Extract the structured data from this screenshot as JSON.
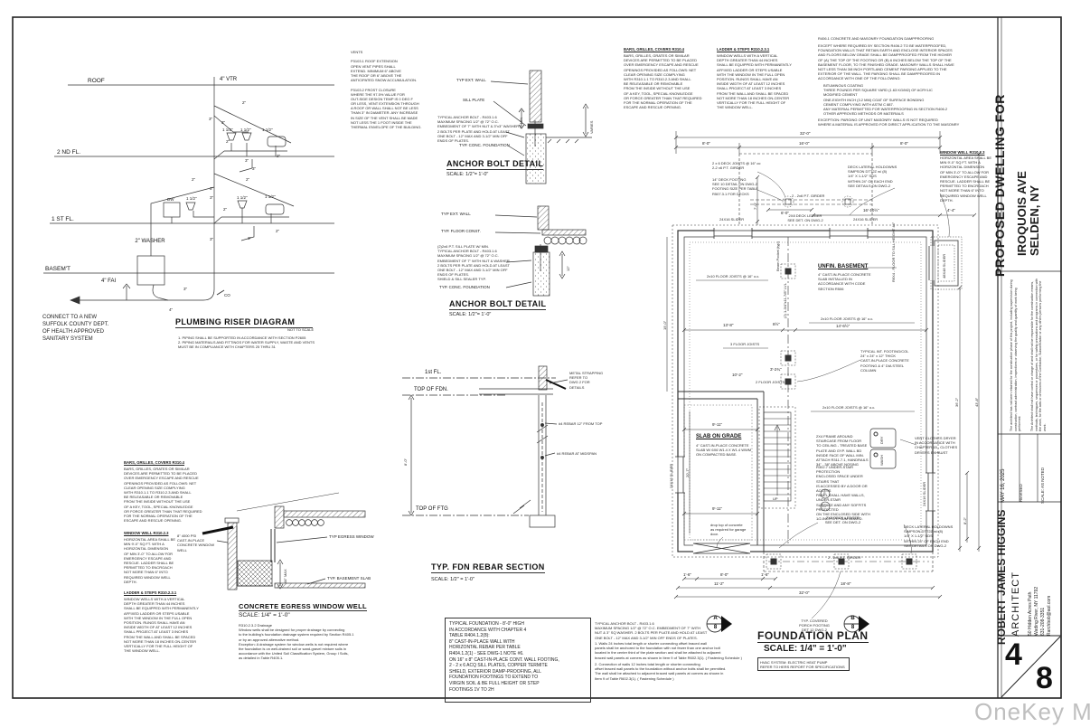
{
  "watermark": "OneKey MLS",
  "titleblock": {
    "project_line1": "PROPOSED DWELLING FOR",
    "project_line2": "IROQUOIS AVE",
    "project_line3": "SELDEN,  NY",
    "disclaimer1": "The architect has not been retained for the construction phase of this project, including supervision during construction, contract administration, inspections or observing the quality and quantity of work being performed.",
    "disclaimer2": "The Architect shall not have control or charge of and shall not be responsible for the construction means, methods, techniques, sequences or procedures, or for safety precautions and programs in connection with the work, for the acts or omissions of the Contractor, Subcontractor or any others persons performing the work.",
    "date": "MAY 16, 2025",
    "revised_label": "REVISED",
    "scale_label": "SCALE:  AS NOTED",
    "architect_name": "ROBERT JAMES HIGGINS",
    "architect_title": "ARCHITECT",
    "architect_addr1": "50   Hidden   Acres   Path",
    "architect_addr2": "Wading River, NY  11792",
    "architect_phone": "631-208-3351",
    "architect_email": "Rarchbob@aol.com",
    "sheet_number": "4",
    "sheet_total": "8"
  },
  "riser": {
    "title": "PLUMBING RISER DIAGRAM",
    "not_to_scale": "NOT TO SCALE",
    "levels": [
      "ROOF",
      "2 ND FL.",
      "1 ST FL.",
      "BASEM'T"
    ],
    "vtr": "4\" VTR",
    "fai": "4\" FAI",
    "washer": "2\"\nWASHER",
    "dw": "DW",
    "co": "CO",
    "connect": "CONNECT TO A NEW\nSUFFOLK COUNTY DEPT.\nOF HEALTH APPROVED\nSANITARY SYSTEM",
    "notes": "1.  PIPING SHALL BE SUPPORTED IN ACCORDANCE WITH SECTION P2605\n2.  PIPING MATERIALS AND FITTINGS FOR WATER SUPPLY, WASTE AND VENTS\n      MUST BE IN COMPLIANCE WITH CHAPTERS 25 THRU 31",
    "pipes": [
      "2\"",
      "3\"",
      "3\"",
      "1 1/2\"",
      "1 1/2\"",
      "1 1/2\"",
      "2\"",
      "2\"",
      "3\"",
      "3\"",
      "2\"",
      "2\"",
      "3\"",
      "1 1/2\"",
      "3\"",
      "1 1/2\"",
      "1 1/2\"",
      "2\"",
      "2\"",
      "3\"",
      "3\"",
      "3\"",
      "4\""
    ]
  },
  "vents_note": "VENTS\n\nP3103.1 ROOF EXTENSION\nOPEN VENT PIPES SHALL\nEXTEND. MINIMUM 6\" ABOVE\nTHE ROOF OR 6\" ABOVE THE\nANTICIPATED SNOW ACCUMULATION.\n\nP3103.2 FROST CLOSURE\nWHERE THE 97.5% VALUE FOR\nOUT-SIDE DESIGN TEMP IS 0 DEG F\nOR LESS, VENT EXTENSION THROUGH\nA ROOF OR WALL SHALL NOT BE LESS\nTHAN 3\" IN DIAMETER.  ANY INCREASE\nIN SIZE OF THE VENT SHALL BE MADE\nNOT LESS THE 1 FOOT INSIDE THE\nTHERMAL ENVELOPE OF THE BUILDING.",
  "anchor1": {
    "title": "ANCHOR BOLT DETAIL",
    "scale": "SCALE: 1/2\"= 1'-0\"",
    "ext_wall": "TYP EXT. WALL",
    "sill": "SILL PLATE",
    "varies": "VARIES",
    "min7": "7\" MIN",
    "note": "TYPICAL ANCHOR BOLT  - R403.1.6\nMAXIMUM SPACING  1/2\" @ 72\" O.C.\nEMBEDMENT OF 7\" WITH NUT & 3\"x3\" WASHER\n2 BOLTS PER PLATE AND HOLD AT LEAST\nONE BOLT - 12\" MAX AND 3-1/2\" MIN OFF\nENDS OF PLATES.",
    "foundation": "TYP. CONC. FOUNDATION"
  },
  "anchor2": {
    "title": "ANCHOR BOLT DETAIL",
    "scale": "SCALE: 1/2\"= 1'-0\"",
    "ext_wall": "TYP EXT. WALL",
    "floor": "TYP. FLOOR CONST.",
    "note": "(2)2x6 P.T. SILL PLATE  W/ MIN.\nTYPICAL ANCHOR BOLT  - R403.1.6\nMAXIMUM SPACING  1/2\" @ 72\" O.C.\nEMBEDMENT OF 7\" WITH NUT & WASHER\n2 BOLTS PER PLATE AND HOLD AT LEAST\nONE BOLT - 12\" MAX AND 3-1/2\" MIN OFF\nENDS OF PLATES.\nSHIELD & SILL  SEALER TYP.",
    "foundation": "TYP. CONC. FOUNDATION",
    "dim12": "12\""
  },
  "rebar": {
    "title": "TYP.  FDN REBAR SECTION",
    "scale": "SCALE: 1/2\" = 1'-0\"",
    "first_fl": "1st FL.",
    "top_fdn": "TOP OF FDN.",
    "top_ftg": "TOP OF FTG",
    "height": "8'-0\"",
    "strap": "METAL STRAPPING\nREFER TO\nDWG 2 FOR\nDETAILS",
    "rebar_top": "#4 REBAR 12\" FROM TOP",
    "rebar_mid": "#4 REBAR AT MIDSPAN"
  },
  "egress": {
    "title": "CONCRETE EGRESS WINDOW WELL",
    "scale": "SCALE:  1/4\" = 1'-0\"",
    "well_label": "8\" 4000 PSI\nCAST-IN-PLACE\nCONCRETE WINDOW\nWELL",
    "window_label": "TYP EGRESS WINDOW",
    "slab_label": "TYP. BASEMENT SLAB",
    "dim_label": "44\" MAX",
    "drainage": "R310.2.3.2 Drainage\nWindow wells shall be designed for proper drainage by connecting\nto the building's foundation drainage system required by Section R405.1\nor by an approved alternative method.\nException: A drainage system for window wells is not required where\nthe foundation is on well-drained soil or sand-gravel mixture soils in\naccordance with the United Soil Classification System, Group I Soils,\nas detailed in Table R405.1."
  },
  "code_notes": {
    "bars_title": "BARS, GRILLES, COVERS R310.4",
    "bars_body": "BARS, GRILLES, GRATES OR SIMILAR\nDEVICES ARE PERMITTED TO BE PLACED\nOVER EMERGENCY ESCAPE AND RESCUE\nOPENINGS PROVIDED AS FOLLOWS: NET\nCLEAR OPENING SIZE COMPLYING\nWITH R310.1.1 TO R310.2.3 AND SHALL\nBE RELEASABLE OR REMOVABLE\nFROM THE INSIDE WITHOUT THE USE\nOF A KEY, TOOL, SPECIAL KNOWLEDGE\nOR FORCE GREATER THAN THAT REQUIRED\nFOR THE NORMAL OPERATION OF THE\nESCAPE AND RESCUE OPENING.",
    "ladder_title": "LADDER & STEPS  R310.2.3.1",
    "ladder_body": "WINDOW  WELLS WITH A VERTICAL\nDEPTH GREATER THAN 44 INCHES\nSHALL BE EQUIPPED WITH PERMANENTLY\nAFFIXED LADDER OR STEPS USABLE\nWITH THE WINDOW IN THE FULL OPEN\nPOSITION.  RUNGS SHALL HAVE AN\nINSIDE WIDTH OF AT LEAST 12 INCHES\nSHALL PROJECT AT LEAST 3 INCHES\nFROM THE WALL AND SHALL BE SPACED\nNOT MORE THAN 18  INCHES ON-CENTER\nVERTICALLY FOR THE FULL HEIGHT OF\nTHE WINDOW WELL.",
    "window_well_title": "WINDOW WELL  R310.2.3",
    "window_well_body": "HORIZONTAL AREA SHALL BE\nMIN 9'-0\" SQ FT.  WITH A\nHORIZONTAL DIMENSION\nOF MIN 3'-0\" TO ALLOW FOR\nEMERGENCY ESCAPE AND\nRESCUE.   LADDER SHALL BE\nPERMITTED TO ENCROACH\nNOT MORE THAN 6\" INTO\nREQUIRED WINDOW WELL\nDEPTH.",
    "damp_title": "R406.1 CONCRETE AND MASONRY FOUNDATION DAMPPROOFING",
    "damp_body": "EXCEPT WHERE REQUIRED BY SECTION R406.2 TO BE WATERPROOFED,\nFOUNDATION WALLS THAT RETAIN EARTH AND ENCLOSE INTERIOR SPACES\nAND FLOORS BELOW GRADE SHALL BE DAMPPROOFED FROM THE HIGHER\nOF (A) THE TOP OF THE FOOTING OR (B) 6 INCHES BELOW THE TOP OF THE\nBASEMENT FLOOR, TO THE FINISHED GRADE. MASONRY WALLS SHALL HAVE\nNOT LESS THAN 3/8 INCH PORTLAND CEMENT PARGING APPLIED TO THE\nEXTERIOR OF THE WALL. THE PARGING SHALL BE DAMPPROOFED IN\nACCORDANCE WITH ONE OF THE FOLLOWING:",
    "damp_items": "BITUMINOUS COATING\nTHREE POUNDS PER SQUARE YARD (1.63 KG/M2) OF ACRYLIC\nMODIFIED CEMENT\nONE-EIGHTH INCH (3.2 MM) COAT OF SURFACE BONDING\nCEMENT  COMPLYING WITH ASTM C 887.\nANY MATERIAL PERMITTED FOR WATERPROOFING IN SECTION R406.2\nOTHER APPROVED METHODS OR MATERIALS",
    "damp_exc": "EXCEPTION: PARGING OF UNIT MASONRY WALLS IS NOT REQUIRED\nWHERE A MATERIAL IS APPROVED FOR DIRECT APPLICATION TO THE  MASONRY"
  },
  "foundation_note": "TYPICAL FOUNDATION  - 8'-0\" HIGH\nIN ACCORDANCE WITH CHAPTER 4\nTABLE R404.1.2(8):\n8\" CAST-IN-PLACE WALL  WITH\nHORIZONTAL REBAR PER  TABLE\nR404.1.2(1) - SEE DWG-1 NOTE #6.\nON 16\" x 8\" CAST-IN-PLACE CONT. WALL FOOTING,\n2 - 2 x 6 ACQ SILL PLATES, COPPER TERMITE\nSHIELD, EXTERIOR DAMP-PROOFING,  ALL\nFOUNDATION  FOOTINGS TO EXTEND TO\nVIRGIN SOIL  &  BE FULL HEIGHT OR STEP\nFOOTINGS 1V TO 2H",
  "anchor_note": {
    "head": "TYPICAL ANCHOR BOLT   - R403.1.6\nMAXIMUM SPACING  1/2\" @ 72\" O.C. EMBEDMENT OF 7\" WITH\nNUT & 3\" SQ WASHER.  2 BOLTS PER PLATE AND HOLD AT LEAST\nONE BOLT - 12\" MAX AND 3-1/2\" MIN OFF ENDS OF PLATES.",
    "item1": "1.  Walls 24 inches total length or shorter connecting offset braced wall\npanels shall be anchored to the foundation with not fewer than one anchor bolt\nlocated in the center third of the plate section and shall be attached to adjacent\nbraced wall panels at corners as shown in Item 9 of Table R602.3(1).  ( Fastening Schedule )",
    "item2": "2.  Connection of walls 12 inches total length or shorter connecting\noffset braced wall panels to the foundation without anchor bolts shall be permitted.\nThe wall shall be attached to adjacent braced wall panels at corners as shown in\nItem 9 of Table R602.3(1).  ( Fastening Schedule )"
  },
  "plan": {
    "title": "FOUNDATION PLAN",
    "scale": "SCALE: 1/4\" = 1'-0\"",
    "hvac": "HVAC SYSTEM: ELECTRIC HEAT PUMP\nREFER TO HERS REPORT FOR  SPECIFICATIONS",
    "dims": {
      "overall_top": "32'-0\"",
      "top_left": "8'-0\"",
      "top_mid": "16'-0\"",
      "top_right": "8'-0\"",
      "deck_width": "6'-0\"",
      "deck_depth": "7'-0\"",
      "right_upper": "16'-10½\"",
      "right_well": "4'-4\"",
      "mid_left": "13'-8\"",
      "mid_beam": "8½\"",
      "mid_right": "14'-6½\"",
      "garage_top": "9'-11\"",
      "garage_bot": "9'-11\"",
      "garage_h": "20'-7\"",
      "left_h": "19'-0\"",
      "right_h1": "36'-2\"",
      "right_h2": "43'-8\"",
      "slider_h": "8'-2\"",
      "stair1": "10'-2\"",
      "stair2": "3'-2¾\"",
      "bot_1": "1'-6\"",
      "bot_2": "8'-0\"",
      "bot_3": "1'-6\"",
      "bot_4": "11'-2\"",
      "bot_5": "18'-8\"",
      "bot_overall": "32'-0\""
    },
    "labels": {
      "slider": "24X16 SLIDER",
      "slider48": "48X48 SLIDER",
      "sill_note": "R6X4 - FLOOR TO\nSILL HEIGHT 44\"",
      "ledger": "2X8  DECK LEDGER\nSEE DET.  ON DWG-2",
      "deck_joists": "2 x 6 DECK JOISTS @ 16\" oc\n2-2 x6 P.T. GIRDER",
      "deck_footing": "14\" DECK FOOTING\nSEE 10 DETAIL ON DWG-2\nFOOTING SIZE PER TABLE\nR507.3.1 FOR DECKS",
      "holdowns": "DECK LATERAL HOLDOWNS\nSIMPSON DTT2Z w/ (8)\n1/4\" X 1-1/2\" SDS\nWITHIN 24\" OF EACH END\nSEE DETAILS ON DWG-2",
      "girder": "2 - 2x6 P.T. GIRDER",
      "unfin": "UNFIN. BASEMENT",
      "unfin_sub": "4\"  CAST-IN-PLACE CONCRETE\nSLAB INSTALLED IN\nACCORDANCE WITH CODE\nSECTION R506",
      "joists": "2x10 FLOOR JOISTS @ 16\" o.c.",
      "three_joists": "3  FLOOR JOISTS",
      "two_joists": "2 FLOOR JOISTS",
      "beam": "(2) 1-3/4\"x11-7/8\" LVL",
      "beam_pocket": "Beam Pocket (typ)",
      "int_footing": "TYPICAL INT. FOOTING/COL\n24\" x 24\" x 12\" THICK\nCAST-IN-PLACE CONCRETE\nFOOTING & 4\" DIA STEEL\nCOLUMN",
      "slab_grade": "SLAB ON GRADE",
      "slab_grade_sub": "4\" CAST-IN-PLACE CONCRETE\nSLAB W/ 6X6 W1.4 X W1.4 WWM\nON COMPACTED BASE.",
      "drop": "drop top of concrete\nas required for garage\ndoor.",
      "stair_note": "2X4 FRAME AROUND\nSTAIRCASE FROM FLOOR\nTO CEILING - TREATED BASE\nPLATE AND GYP. WALL BD\nINSIDE FACE OF WALL MIN.\nATTACH R311.7.1, HANDRAILS\n34\" - 38\" ABOVE NOSING",
      "stair_note2": "R302.7 UNDER-STAIR PROTECTION\nENCLOSED SPACE UNDER STAIRS THAT\nIS ACCESSED BY A DOOR OR ACCESS\nPANEL SHALL HAVE WALLS, UNDER-STAIR\nSURFACE AND ANY SOFFITS PROTECTED\nON THE ENCLOSED SIDE WITH\n1/2-INCH GYPSUM BOARD.",
      "dryer_vent": "VENT CLOTHES DRYER\nIN ACCORDANCE WITH\nCHAPTER 15 - CLOTHES\nDRYERS EXHAUST",
      "dry": "DRY",
      "wash": "WASH",
      "up": "UP",
      "smoke": "S",
      "co": "CO",
      "porch": "TYP. COVERED\nPORCH FOOTING\nDET 12 DWG-2"
    },
    "section_a_top": "A",
    "section_a_bot": "8",
    "section_b_top": "B",
    "section_b_bot": "8"
  }
}
